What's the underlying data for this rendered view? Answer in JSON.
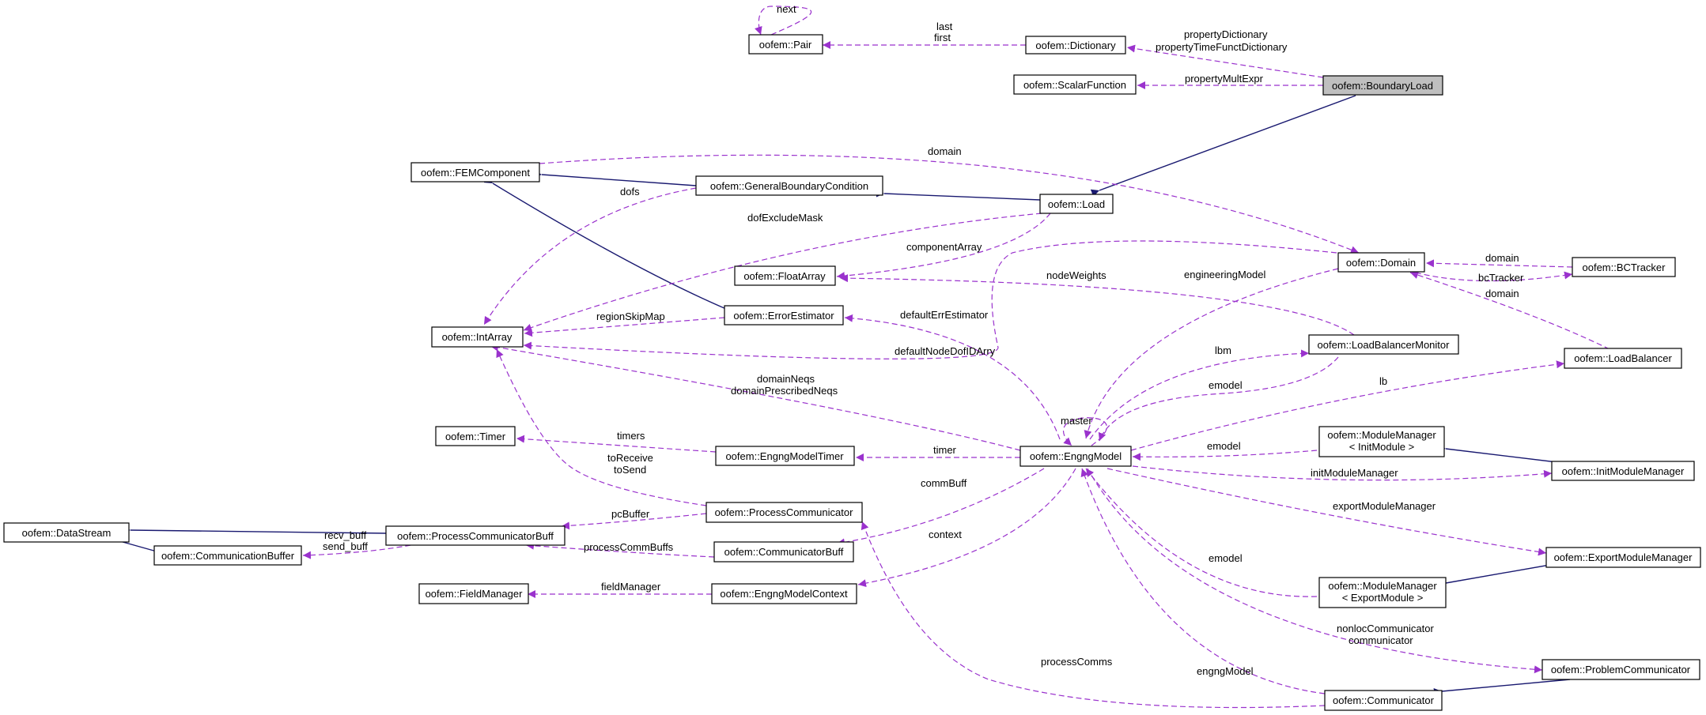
{
  "nodes": {
    "pair": "oofem::Pair",
    "dictionary": "oofem::Dictionary",
    "boundary_load": "oofem::BoundaryLoad",
    "scalar_function": "oofem::ScalarFunction",
    "fem_component": "oofem::FEMComponent",
    "general_bc": "oofem::GeneralBoundaryCondition",
    "load": "oofem::Load",
    "float_array": "oofem::FloatArray",
    "domain": "oofem::Domain",
    "bc_tracker": "oofem::BCTracker",
    "int_array": "oofem::IntArray",
    "error_estimator": "oofem::ErrorEstimator",
    "load_balancer_monitor": "oofem::LoadBalancerMonitor",
    "load_balancer": "oofem::LoadBalancer",
    "timer": "oofem::Timer",
    "engng_model_timer": "oofem::EngngModelTimer",
    "engng_model": "oofem::EngngModel",
    "module_manager_init_1": "oofem::ModuleManager",
    "module_manager_init_2": "< InitModule >",
    "init_module_manager": "oofem::InitModuleManager",
    "data_stream": "oofem::DataStream",
    "process_communicator_buff": "oofem::ProcessCommunicatorBuff",
    "process_communicator": "oofem::ProcessCommunicator",
    "communication_buffer": "oofem::CommunicationBuffer",
    "communicator_buff": "oofem::CommunicatorBuff",
    "export_module_manager": "oofem::ExportModuleManager",
    "field_manager": "oofem::FieldManager",
    "engng_model_context": "oofem::EngngModelContext",
    "module_manager_export_1": "oofem::ModuleManager",
    "module_manager_export_2": "< ExportModule >",
    "problem_communicator": "oofem::ProblemCommunicator",
    "communicator": "oofem::Communicator"
  },
  "labels": {
    "next": "next",
    "last": "last",
    "first": "first",
    "property_dictionary": "propertyDictionary",
    "property_time_funct_dictionary": "propertyTimeFunctDictionary",
    "property_mult_expr": "propertyMultExpr",
    "domain_top": "domain",
    "dofs": "dofs",
    "dof_exclude_mask": "dofExcludeMask",
    "component_array": "componentArray",
    "node_weights": "nodeWeights",
    "engineering_model": "engineeringModel",
    "domain_bc": "domain",
    "bc_tracker": "bcTracker",
    "domain_lb": "domain",
    "region_skip_map": "regionSkipMap",
    "default_err_estimator": "defaultErrEstimator",
    "lbm": "lbm",
    "default_node_dof_id_arry": "defaultNodeDofIDArry",
    "domain_neqs": "domainNeqs",
    "domain_prescribed_neqs": "domainPrescribedNeqs",
    "emodel_lbm": "emodel",
    "lb": "lb",
    "master": "master",
    "timers": "timers",
    "timer": "timer",
    "emodel_init": "emodel",
    "to_receive": "toReceive",
    "to_send": "toSend",
    "init_module_manager": "initModuleManager",
    "comm_buff": "commBuff",
    "export_module_manager": "exportModuleManager",
    "pc_buffer": "pcBuffer",
    "recv_buff": "recv_buff",
    "send_buff": "send_buff",
    "process_comm_buffs": "processCommBuffs",
    "context": "context",
    "emodel_export": "emodel",
    "field_manager": "fieldManager",
    "nonloc_communicator": "nonlocCommunicator",
    "communicator": "communicator",
    "process_comms": "processComms",
    "engng_model": "engngModel"
  },
  "colors": {
    "inheritance": "#191970",
    "usage": "#9a32cd",
    "current_node_fill": "#bfbfbf"
  }
}
